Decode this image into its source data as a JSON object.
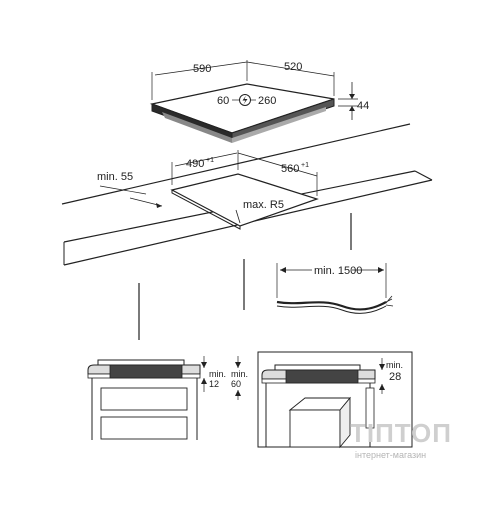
{
  "hob_dimensions": {
    "width": "590",
    "depth": "520",
    "height": "44",
    "cable_offset_left": "60",
    "cable_offset_right": "260"
  },
  "cutout": {
    "width": "490",
    "width_tol": "+1",
    "depth": "560",
    "depth_tol": "+1",
    "min_edge": "min. 55",
    "radius": "max. R5"
  },
  "cable": {
    "min_length": "min. 1500"
  },
  "side_views": {
    "left": {
      "min_label_a": "min.",
      "min_a_value": "12",
      "min_label_b": "min.",
      "min_b_value": "60"
    },
    "right": {
      "min_label": "min.",
      "min_value": "28"
    }
  },
  "watermark": {
    "brand": "ТІПТОП",
    "subtitle": "інтернет-магазин"
  },
  "colors": {
    "line": "#222222",
    "watermark": "#cfcfcf"
  }
}
